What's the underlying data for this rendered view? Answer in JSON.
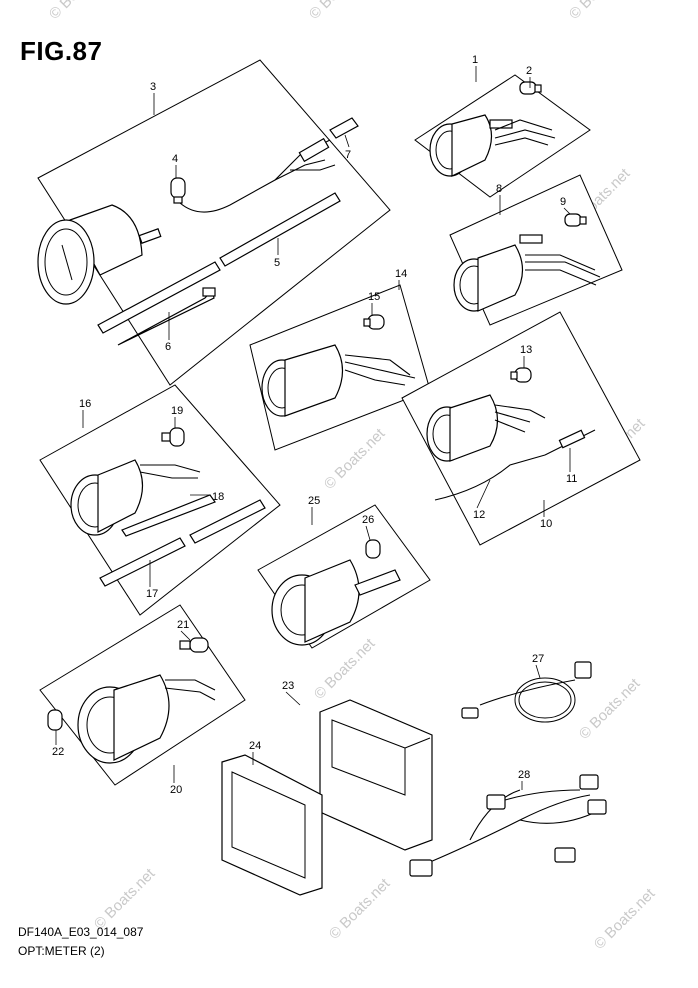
{
  "figure": {
    "title": "FIG.87",
    "code": "DF140A_E03_014_087",
    "caption": "OPT:METER (2)"
  },
  "watermark": "© Boats.net",
  "callouts": [
    "1",
    "2",
    "3",
    "4",
    "5",
    "6",
    "7",
    "8",
    "9",
    "10",
    "11",
    "12",
    "13",
    "14",
    "15",
    "16",
    "17",
    "18",
    "19",
    "20",
    "21",
    "22",
    "23",
    "24",
    "25",
    "26",
    "27",
    "28"
  ],
  "colors": {
    "line": "#000000",
    "watermark": "#c9c9c9",
    "background": "#ffffff"
  }
}
